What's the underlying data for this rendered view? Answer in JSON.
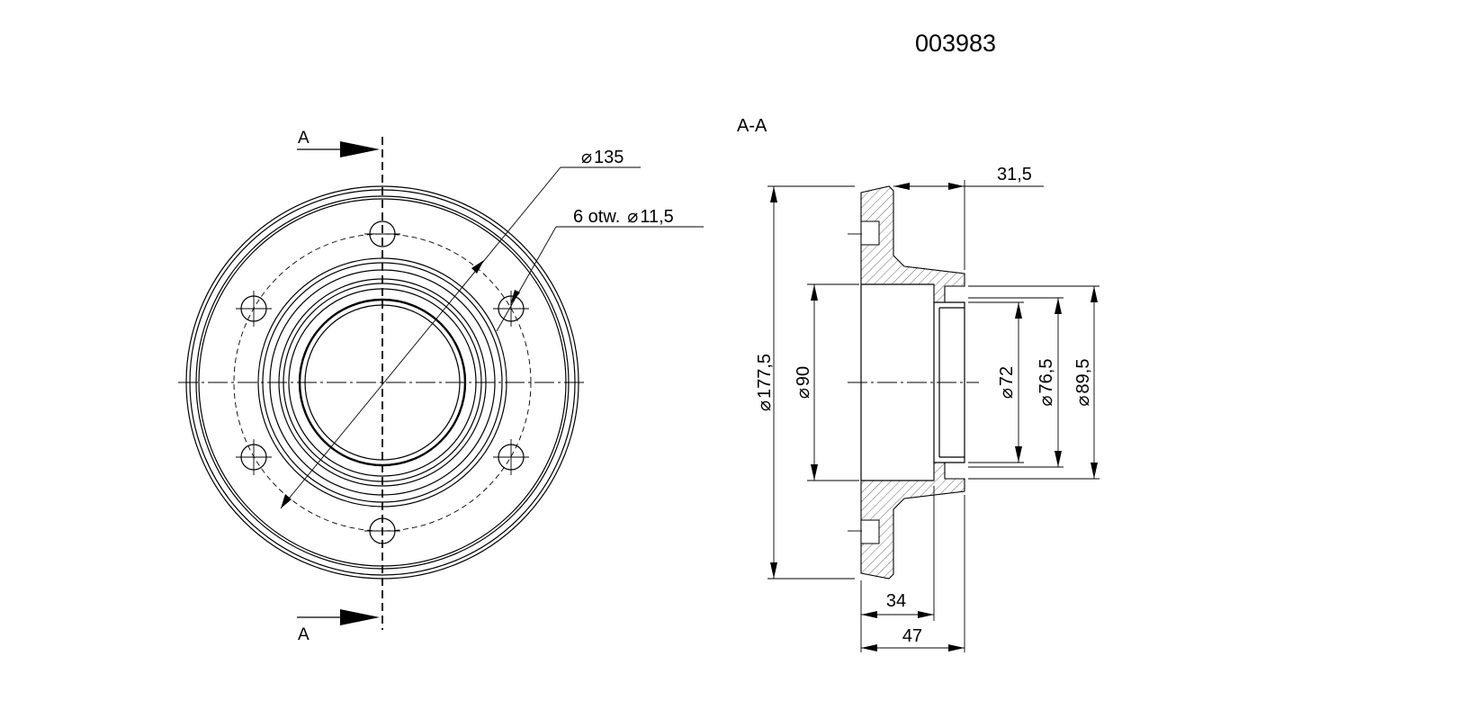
{
  "drawing": {
    "part_number": "003983",
    "section_label": "A-A",
    "cut_marker_top": "A",
    "cut_marker_bottom": "A"
  },
  "dimensions": {
    "pitch_circle": "135",
    "holes": "6 otw.",
    "hole_diameter": "11,5",
    "outer_diameter": "177,5",
    "bore_diameter": "90",
    "inner_diameter": "72",
    "step_diameter": "76,5",
    "hub_diameter": "89,5",
    "flange_thickness": "31,5",
    "length_short": "34",
    "length_total": "47"
  },
  "symbols": {
    "diameter": "⌀"
  }
}
